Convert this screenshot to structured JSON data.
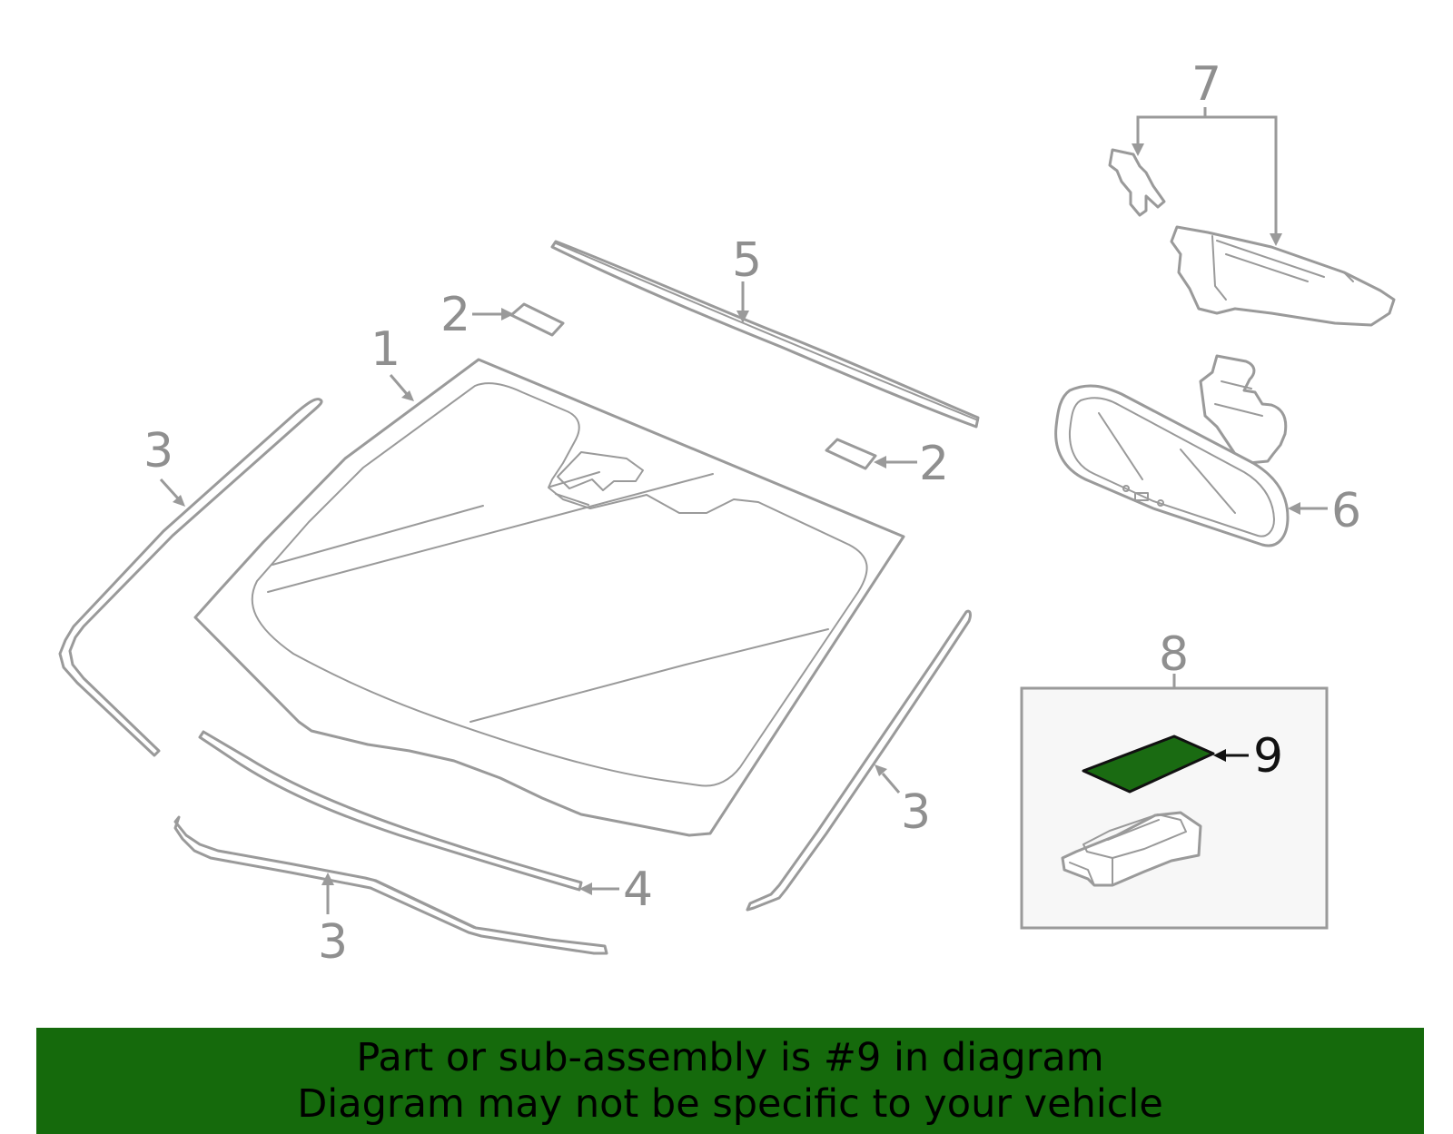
{
  "callouts": {
    "c1": "1",
    "c2a": "2",
    "c2b": "2",
    "c3a": "3",
    "c3b": "3",
    "c3c": "3",
    "c4": "4",
    "c5": "5",
    "c6": "6",
    "c7": "7",
    "c8": "8",
    "c9": "9"
  },
  "banner": {
    "line1": "Part or sub-assembly is #9 in diagram",
    "line2": "Diagram may not be specific to your vehicle"
  },
  "colors": {
    "highlight": "#1a6b12",
    "banner_bg": "#156a0c",
    "line_art": "#9a9a9a",
    "box_bg": "#f7f7f7"
  }
}
